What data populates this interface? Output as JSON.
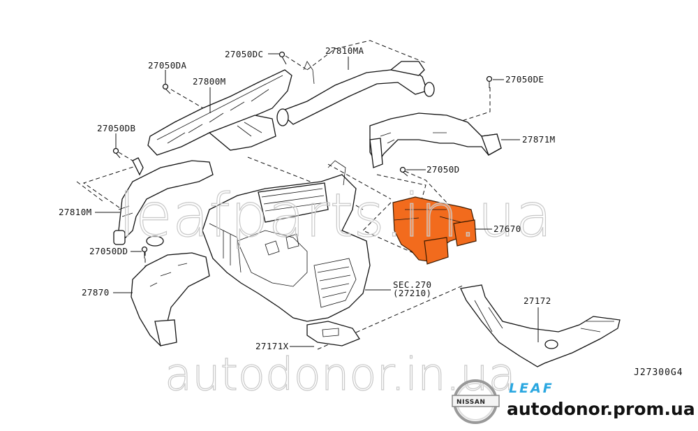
{
  "diagram": {
    "title": "Heater & cooling unit ducts",
    "code": "J27300G4",
    "model": "LEAF",
    "brand": "NISSAN",
    "site": "autodonor.prom.ua",
    "watermarks": {
      "top": "leafparts.in.ua",
      "bottom": "autodonor.in.ua"
    },
    "highlight_color": "#f26b1d",
    "parts": [
      {
        "id": "27050DC",
        "label": "27050DC"
      },
      {
        "id": "27810MA",
        "label": "27810MA"
      },
      {
        "id": "27050DA",
        "label": "27050DA"
      },
      {
        "id": "27800M",
        "label": "27800M"
      },
      {
        "id": "27050DE",
        "label": "27050DE"
      },
      {
        "id": "27050DB",
        "label": "27050DB"
      },
      {
        "id": "27871M",
        "label": "27871M"
      },
      {
        "id": "27050D",
        "label": "27050D"
      },
      {
        "id": "27810M",
        "label": "27810M"
      },
      {
        "id": "27670",
        "label": "27670"
      },
      {
        "id": "27050DD",
        "label": "27050DD"
      },
      {
        "id": "sec270",
        "label": "SEC.270",
        "sublabel": "(27210)"
      },
      {
        "id": "27870",
        "label": "27870"
      },
      {
        "id": "27172",
        "label": "27172"
      },
      {
        "id": "27171X",
        "label": "27171X"
      }
    ]
  }
}
